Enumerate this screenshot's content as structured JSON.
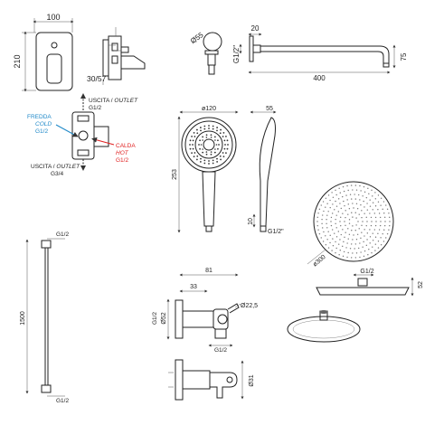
{
  "mixer": {
    "width": "100",
    "height": "210",
    "depth": "30/57"
  },
  "arm": {
    "flange_diameter": "Ø55",
    "flange_depth": "20",
    "thread": "G1/2\"",
    "length": "400",
    "drop": "75"
  },
  "valve_labels": {
    "outlet_top_it": "USCITA /",
    "outlet_top_en": "OUTLET",
    "outlet_top_size": "G1/2",
    "cold_it": "FREDDA",
    "cold_en": "COLD",
    "cold_size": "G1/2",
    "hot_it": "CALDA",
    "hot_en": "HOT",
    "hot_size": "G1/2",
    "outlet_bottom_it": "USCITA /",
    "outlet_bottom_en": "OUTLET",
    "outlet_bottom_size": "G3/4"
  },
  "handshower": {
    "diameter": "ø120",
    "length": "253",
    "depth": "55",
    "neck": "10",
    "thread": "G1/2\""
  },
  "headshower": {
    "diameter": "ø300",
    "thread": "G1/2",
    "height": "52"
  },
  "hose": {
    "length": "1500",
    "thread_top": "G1/2",
    "thread_bottom": "G1/2"
  },
  "elbow": {
    "width": "81",
    "offset": "33",
    "diameter": "Ø52",
    "inner": "G1/2",
    "outlet": "Ø22,5",
    "bottom_thread": "G1/2",
    "side_dim": "Ø31"
  },
  "colors": {
    "cold": "#1e88c8",
    "hot": "#e02020",
    "line": "#222222"
  },
  "icons": [
    "arrow-up-icon",
    "arrow-down-icon",
    "arrow-right-icon",
    "arrow-left-icon"
  ]
}
